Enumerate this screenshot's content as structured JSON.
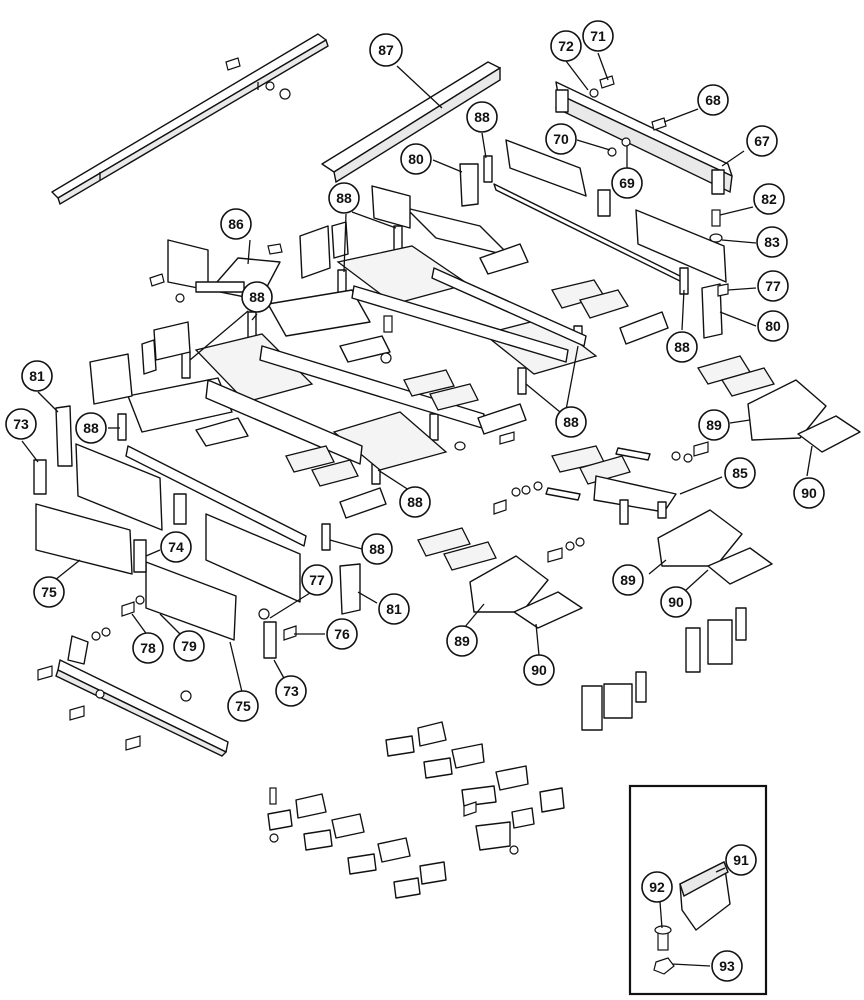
{
  "diagram": {
    "callouts": [
      {
        "id": "c87",
        "label": "87"
      },
      {
        "id": "c72",
        "label": "72"
      },
      {
        "id": "c71",
        "label": "71"
      },
      {
        "id": "c68",
        "label": "68"
      },
      {
        "id": "c88a",
        "label": "88"
      },
      {
        "id": "c70",
        "label": "70"
      },
      {
        "id": "c67",
        "label": "67"
      },
      {
        "id": "c80a",
        "label": "80"
      },
      {
        "id": "c69",
        "label": "69"
      },
      {
        "id": "c82",
        "label": "82"
      },
      {
        "id": "c83",
        "label": "83"
      },
      {
        "id": "c86",
        "label": "86"
      },
      {
        "id": "c88b",
        "label": "88"
      },
      {
        "id": "c77a",
        "label": "77"
      },
      {
        "id": "c88c",
        "label": "88"
      },
      {
        "id": "c80b",
        "label": "80"
      },
      {
        "id": "c88d",
        "label": "88"
      },
      {
        "id": "c81a",
        "label": "81"
      },
      {
        "id": "c73a",
        "label": "73"
      },
      {
        "id": "c88e",
        "label": "88"
      },
      {
        "id": "c88f",
        "label": "88"
      },
      {
        "id": "c89a",
        "label": "89"
      },
      {
        "id": "c85",
        "label": "85"
      },
      {
        "id": "c90a",
        "label": "90"
      },
      {
        "id": "c88g",
        "label": "88"
      },
      {
        "id": "c74",
        "label": "74"
      },
      {
        "id": "c88h",
        "label": "88"
      },
      {
        "id": "c75a",
        "label": "75"
      },
      {
        "id": "c77b",
        "label": "77"
      },
      {
        "id": "c81b",
        "label": "81"
      },
      {
        "id": "c89b",
        "label": "89"
      },
      {
        "id": "c90b",
        "label": "90"
      },
      {
        "id": "c78",
        "label": "78"
      },
      {
        "id": "c79",
        "label": "79"
      },
      {
        "id": "c76",
        "label": "76"
      },
      {
        "id": "c89c",
        "label": "89"
      },
      {
        "id": "c90c",
        "label": "90"
      },
      {
        "id": "c73b",
        "label": "73"
      },
      {
        "id": "c75b",
        "label": "75"
      },
      {
        "id": "c91",
        "label": "91"
      },
      {
        "id": "c92",
        "label": "92"
      },
      {
        "id": "c93",
        "label": "93"
      }
    ]
  }
}
